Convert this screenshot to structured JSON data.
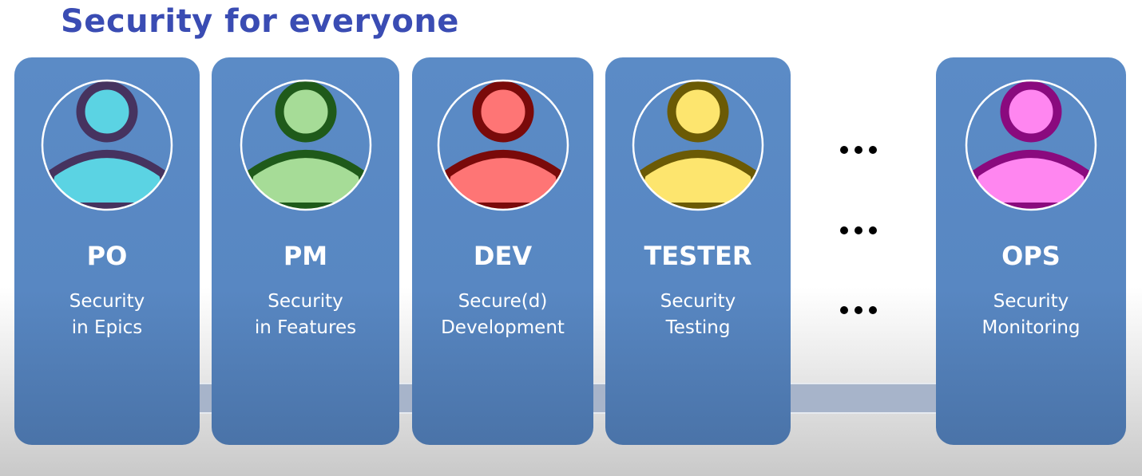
{
  "title": "Security for everyone",
  "roles": [
    {
      "role": "PO",
      "desc1": "Security",
      "desc2": "in Epics",
      "fill": "#5bd3e3",
      "stroke": "#46335f"
    },
    {
      "role": "PM",
      "desc1": "Security",
      "desc2": "in Features",
      "fill": "#a6dc97",
      "stroke": "#1f5a1a"
    },
    {
      "role": "DEV",
      "desc1": "Secure(d)",
      "desc2": "Development",
      "fill": "#fe7575",
      "stroke": "#7a0a0a"
    },
    {
      "role": "TESTER",
      "desc1": "Security",
      "desc2": "Testing",
      "fill": "#fde56e",
      "stroke": "#6b5a05"
    },
    {
      "role": "OPS",
      "desc1": "Security",
      "desc2": "Monitoring",
      "fill": "#ff86f0",
      "stroke": "#8a0a7e"
    }
  ],
  "ellipsis_rows": 3
}
